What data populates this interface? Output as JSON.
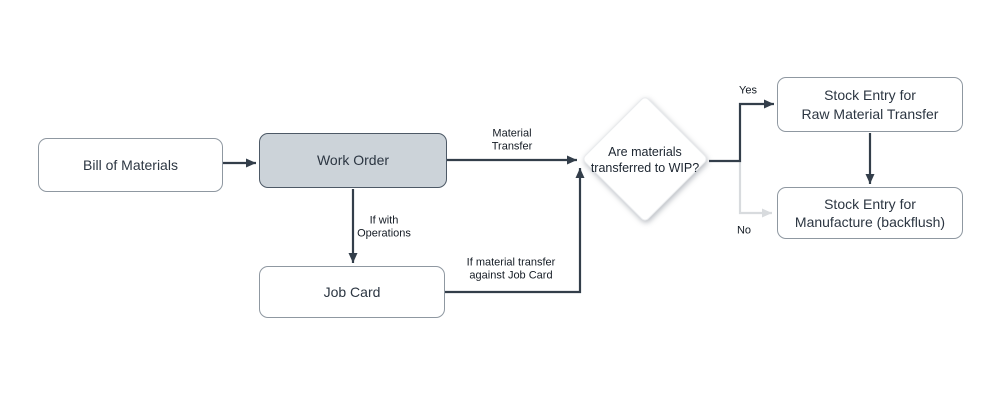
{
  "colors": {
    "background": "#ffffff",
    "arrow_dark": "#333e4a",
    "arrow_light": "#d8dbde",
    "node_border": "#8f98a1",
    "node_fill": "#ffffff",
    "accent_node_fill": "#ccd3d9",
    "accent_node_border": "#4d5966",
    "node_text": "#2c3642",
    "label_text": "#141b24"
  },
  "nodes": {
    "bill_of_materials": {
      "label": "Bill of Materials"
    },
    "work_order": {
      "label": "Work Order"
    },
    "job_card": {
      "label": "Job Card"
    },
    "wip_decision": {
      "label": "Are materials\ntransferred to WIP?"
    },
    "stock_entry_raw_material": {
      "label": "Stock Entry for\nRaw Material Transfer"
    },
    "stock_entry_manufacture": {
      "label": "Stock Entry for\nManufacture (backflush)"
    }
  },
  "edges": {
    "work_order_to_decision": {
      "label": "Material\nTransfer"
    },
    "work_order_to_job_card": {
      "label": "If with\nOperations"
    },
    "job_card_to_decision": {
      "label": "If material transfer\nagainst Job Card"
    },
    "decision_yes": {
      "label": "Yes"
    },
    "decision_no": {
      "label": "No"
    }
  }
}
